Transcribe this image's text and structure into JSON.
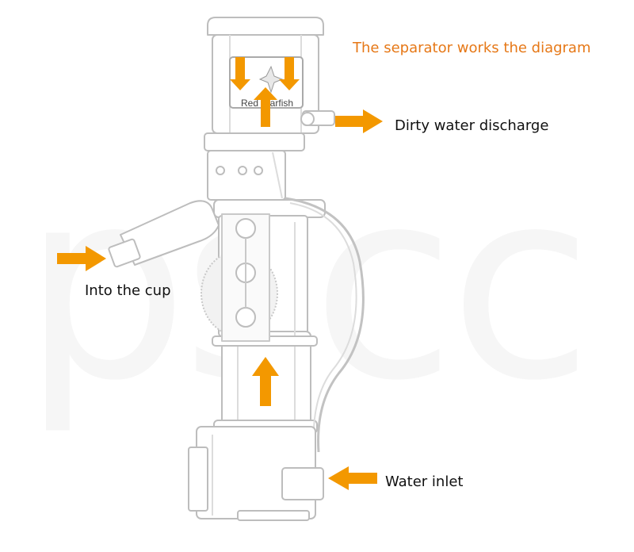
{
  "title": "The separator works the diagram",
  "brand_logo": "Red Starfish",
  "watermark": "pscc",
  "labels": {
    "discharge": "Dirty water discharge",
    "into_cup": "Into the cup",
    "inlet": "Water inlet"
  },
  "colors": {
    "accent": "#f39800",
    "title": "#e67817",
    "line": "#b9b9b9"
  },
  "icons": [
    "arrow-right-icon",
    "arrow-down-icon",
    "arrow-up-icon"
  ]
}
